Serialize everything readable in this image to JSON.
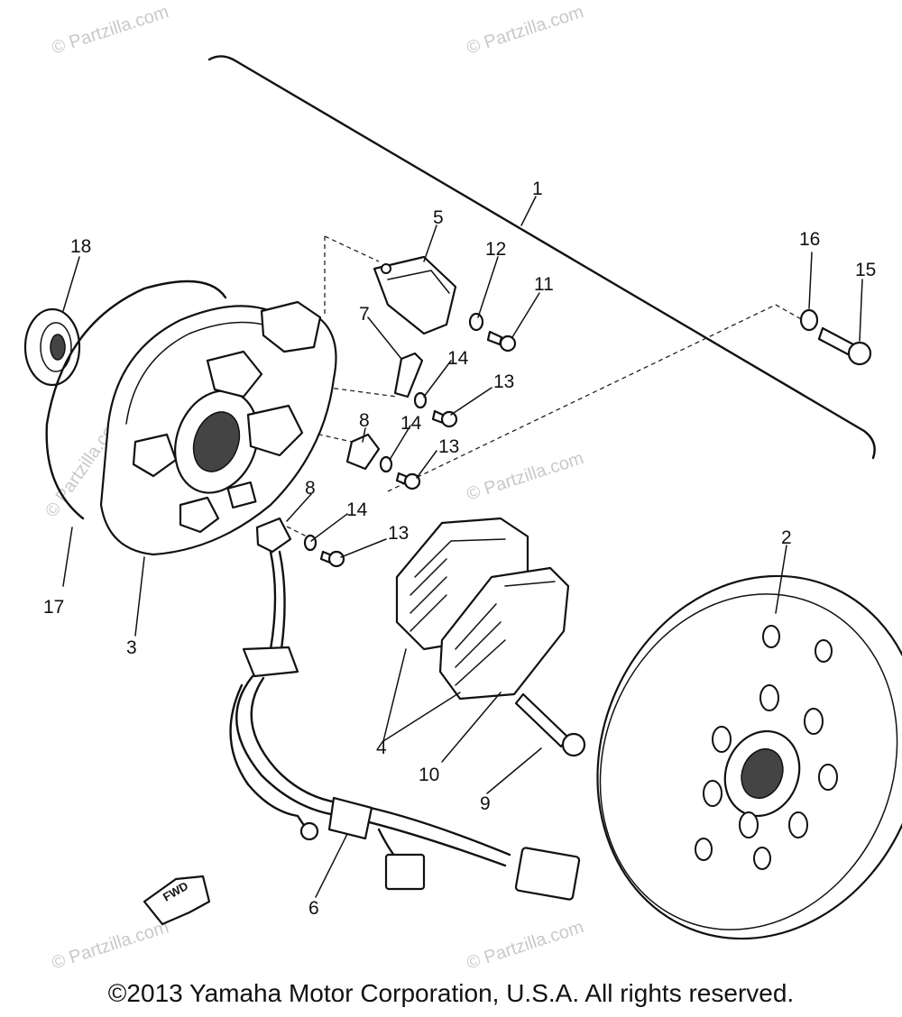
{
  "watermark": "© Partzilla.com",
  "copyright": "©2013 Yamaha Motor Corporation, U.S.A. All rights reserved.",
  "fwd_label": "FWD",
  "callouts": {
    "c1": "1",
    "c2": "2",
    "c3": "3",
    "c4": "4",
    "c5": "5",
    "c6": "6",
    "c7": "7",
    "c8a": "8",
    "c8b": "8",
    "c9": "9",
    "c10": "10",
    "c11": "11",
    "c12": "12",
    "c13a": "13",
    "c13b": "13",
    "c13c": "13",
    "c14a": "14",
    "c14b": "14",
    "c14c": "14",
    "c15": "15",
    "c16": "16",
    "c17": "17",
    "c18": "18"
  }
}
